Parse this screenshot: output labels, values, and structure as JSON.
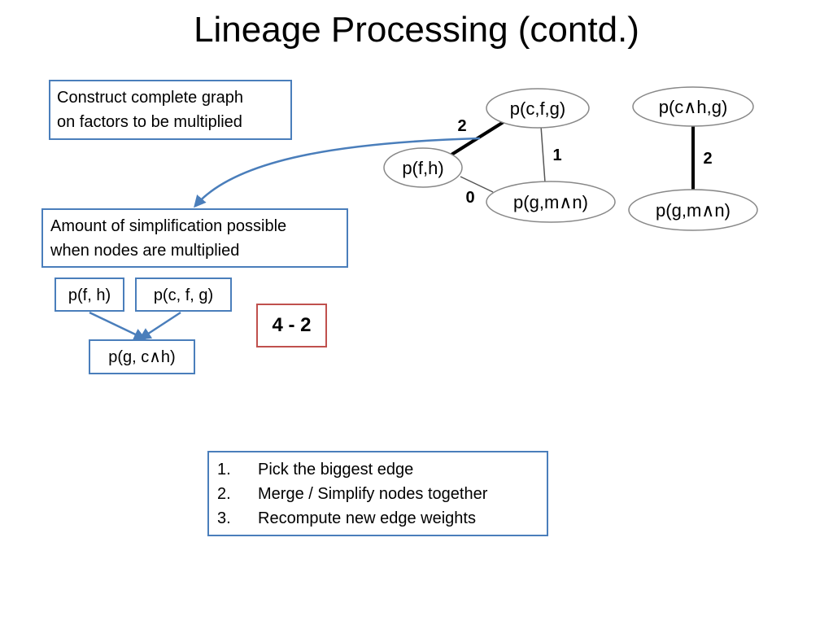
{
  "slide": {
    "title": "Lineage Processing (contd.)"
  },
  "notes": {
    "construct_line1": "Construct complete graph",
    "construct_line2": "on factors to be multiplied",
    "amount_line1": "Amount of simplification possible",
    "amount_line2": "when nodes are multiplied"
  },
  "merge_example": {
    "left_factor": "p(f, h)",
    "right_factor": "p(c, f, g)",
    "result": "p(g, c∧h)",
    "score": "4 - 2"
  },
  "steps": [
    {
      "num": "1.",
      "text": "Pick the biggest edge"
    },
    {
      "num": "2.",
      "text": "Merge / Simplify nodes together"
    },
    {
      "num": "3.",
      "text": "Recompute new edge weights"
    }
  ],
  "graph1": {
    "nodes": {
      "cfg": "p(c,f,g)",
      "fh": "p(f,h)",
      "gmn": "p(g,m∧n)"
    },
    "edges": {
      "fh_cfg": "2",
      "cfg_gmn": "1",
      "fh_gmn": "0"
    }
  },
  "graph2": {
    "nodes": {
      "ch_g": "p(c∧h,g)",
      "gmn": "p(g,m∧n)"
    },
    "edge": "2"
  },
  "colors": {
    "box_border": "#4a7ebb",
    "score_border": "#c0504d"
  }
}
